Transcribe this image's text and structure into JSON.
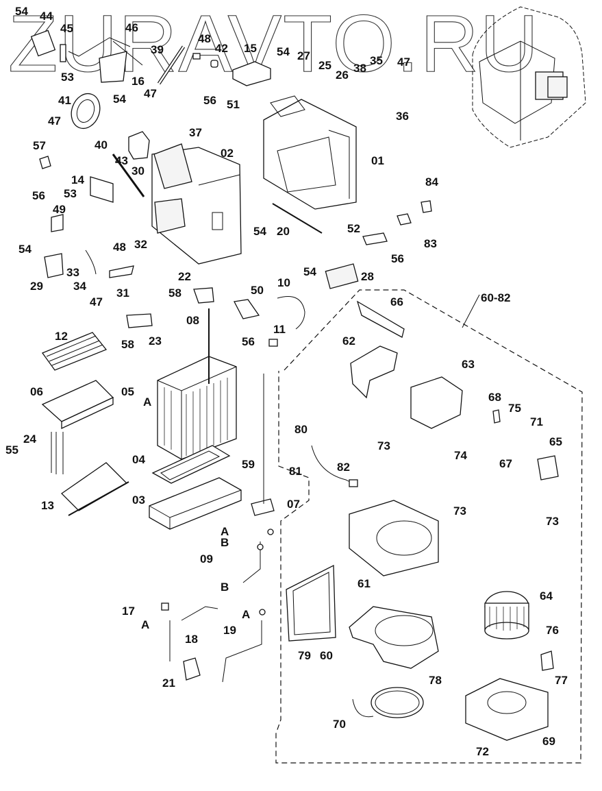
{
  "watermark": "ZURAVTO.RU",
  "group_label": "60-82",
  "labels": [
    {
      "id": "l54a",
      "text": "54"
    },
    {
      "id": "l44",
      "text": "44"
    },
    {
      "id": "l45",
      "text": "45"
    },
    {
      "id": "l46",
      "text": "46"
    },
    {
      "id": "l53a",
      "text": "53"
    },
    {
      "id": "l16",
      "text": "16"
    },
    {
      "id": "l39",
      "text": "39"
    },
    {
      "id": "l48a",
      "text": "48"
    },
    {
      "id": "l42",
      "text": "42"
    },
    {
      "id": "l15",
      "text": "15"
    },
    {
      "id": "l54b",
      "text": "54"
    },
    {
      "id": "l27",
      "text": "27"
    },
    {
      "id": "l25",
      "text": "25"
    },
    {
      "id": "l26",
      "text": "26"
    },
    {
      "id": "l38",
      "text": "38"
    },
    {
      "id": "l35",
      "text": "35"
    },
    {
      "id": "l47a",
      "text": "47"
    },
    {
      "id": "l36",
      "text": "36"
    },
    {
      "id": "l41",
      "text": "41"
    },
    {
      "id": "l54c",
      "text": "54"
    },
    {
      "id": "l47b",
      "text": "47"
    },
    {
      "id": "l37",
      "text": "37"
    },
    {
      "id": "l56a",
      "text": "56"
    },
    {
      "id": "l51",
      "text": "51"
    },
    {
      "id": "l47c",
      "text": "47"
    },
    {
      "id": "l40",
      "text": "40"
    },
    {
      "id": "l30",
      "text": "30"
    },
    {
      "id": "l57",
      "text": "57"
    },
    {
      "id": "l43",
      "text": "43"
    },
    {
      "id": "l02",
      "text": "02"
    },
    {
      "id": "l01",
      "text": "01"
    },
    {
      "id": "l14",
      "text": "14"
    },
    {
      "id": "l53b",
      "text": "53"
    },
    {
      "id": "l56b",
      "text": "56"
    },
    {
      "id": "l49",
      "text": "49"
    },
    {
      "id": "l84",
      "text": "84"
    },
    {
      "id": "l83",
      "text": "83"
    },
    {
      "id": "l54d",
      "text": "54"
    },
    {
      "id": "l20",
      "text": "20"
    },
    {
      "id": "l52",
      "text": "52"
    },
    {
      "id": "l56c",
      "text": "56"
    },
    {
      "id": "l54e",
      "text": "54"
    },
    {
      "id": "l32",
      "text": "32"
    },
    {
      "id": "l48b",
      "text": "48"
    },
    {
      "id": "l29",
      "text": "29"
    },
    {
      "id": "l33",
      "text": "33"
    },
    {
      "id": "l34",
      "text": "34"
    },
    {
      "id": "l31",
      "text": "31"
    },
    {
      "id": "l47d",
      "text": "47"
    },
    {
      "id": "l22",
      "text": "22"
    },
    {
      "id": "l58a",
      "text": "58"
    },
    {
      "id": "l10",
      "text": "10"
    },
    {
      "id": "l54f",
      "text": "54"
    },
    {
      "id": "l28",
      "text": "28"
    },
    {
      "id": "l50",
      "text": "50"
    },
    {
      "id": "l08",
      "text": "08"
    },
    {
      "id": "l56d",
      "text": "56"
    },
    {
      "id": "l11",
      "text": "11"
    },
    {
      "id": "l58b",
      "text": "58"
    },
    {
      "id": "l23",
      "text": "23"
    },
    {
      "id": "l12",
      "text": "12"
    },
    {
      "id": "l06",
      "text": "06"
    },
    {
      "id": "l05",
      "text": "05"
    },
    {
      "id": "lA1",
      "text": "A"
    },
    {
      "id": "l24",
      "text": "24"
    },
    {
      "id": "l55",
      "text": "55"
    },
    {
      "id": "l04",
      "text": "04"
    },
    {
      "id": "l59",
      "text": "59"
    },
    {
      "id": "l13",
      "text": "13"
    },
    {
      "id": "l03",
      "text": "03"
    },
    {
      "id": "l07",
      "text": "07"
    },
    {
      "id": "lA2",
      "text": "A"
    },
    {
      "id": "lB1",
      "text": "B"
    },
    {
      "id": "l09",
      "text": "09"
    },
    {
      "id": "lB2",
      "text": "B"
    },
    {
      "id": "l17",
      "text": "17"
    },
    {
      "id": "lA3",
      "text": "A"
    },
    {
      "id": "l18",
      "text": "18"
    },
    {
      "id": "lA4",
      "text": "A"
    },
    {
      "id": "l19",
      "text": "19"
    },
    {
      "id": "l21",
      "text": "21"
    },
    {
      "id": "l66",
      "text": "66"
    },
    {
      "id": "l62",
      "text": "62"
    },
    {
      "id": "l63",
      "text": "63"
    },
    {
      "id": "l68",
      "text": "68"
    },
    {
      "id": "l75",
      "text": "75"
    },
    {
      "id": "l71",
      "text": "71"
    },
    {
      "id": "l74",
      "text": "74"
    },
    {
      "id": "l65",
      "text": "65"
    },
    {
      "id": "l67",
      "text": "67"
    },
    {
      "id": "l73a",
      "text": "73"
    },
    {
      "id": "l80",
      "text": "80"
    },
    {
      "id": "l73b",
      "text": "73"
    },
    {
      "id": "l81",
      "text": "81"
    },
    {
      "id": "l82",
      "text": "82"
    },
    {
      "id": "l73c",
      "text": "73"
    },
    {
      "id": "l61",
      "text": "61"
    },
    {
      "id": "l64",
      "text": "64"
    },
    {
      "id": "l79",
      "text": "79"
    },
    {
      "id": "l60",
      "text": "60"
    },
    {
      "id": "l76",
      "text": "76"
    },
    {
      "id": "l77",
      "text": "77"
    },
    {
      "id": "l78",
      "text": "78"
    },
    {
      "id": "l70",
      "text": "70"
    },
    {
      "id": "l72",
      "text": "72"
    },
    {
      "id": "l69",
      "text": "69"
    }
  ]
}
